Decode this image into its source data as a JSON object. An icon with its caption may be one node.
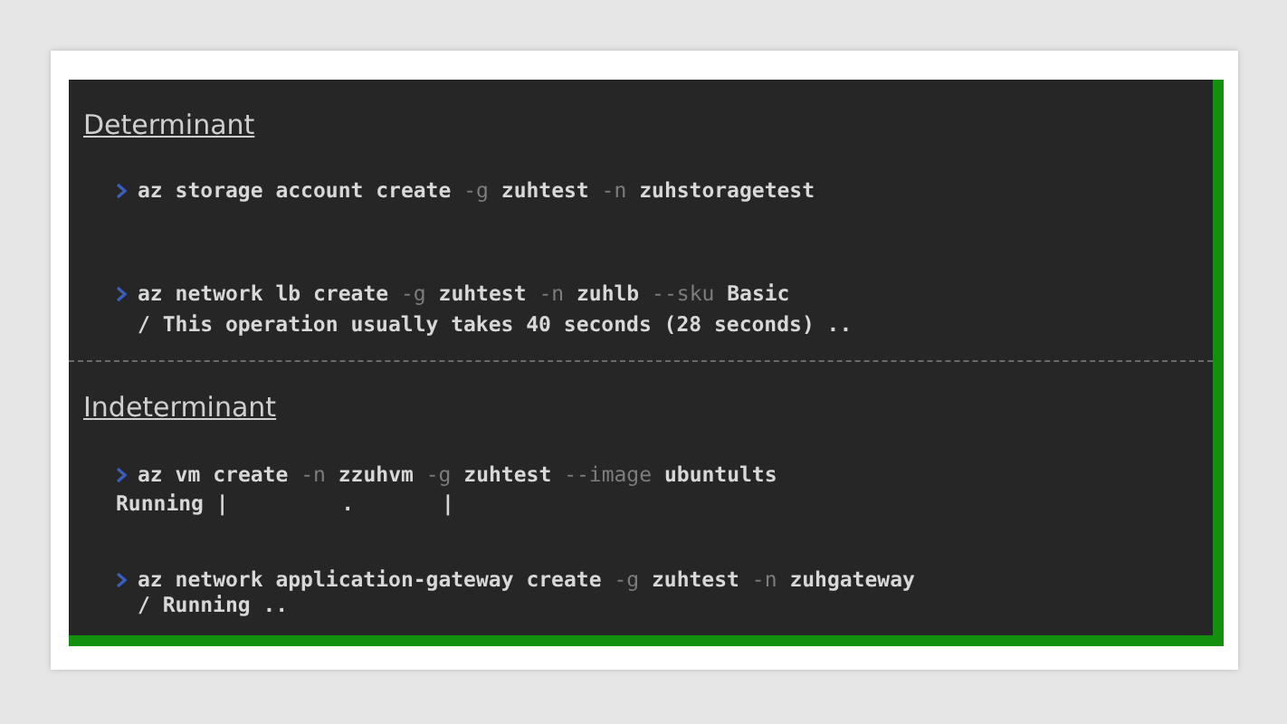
{
  "diagram": {
    "labels": [
      "Determinant",
      "az storage account create -g zuhtest -n zuhstoragetest",
      "az network lb create -g zuhtest -n zuhlb --sku Basic",
      "/ This operation usually takes 40 seconds (28 seconds) ..",
      "Indeterminant",
      "az vm create -n zzuhvm -g zuhtest --image ubuntults",
      "Running |         .       |",
      "az network application-gateway create -g zuhtest -n zuhgateway",
      "/ Running .."
    ]
  }
}
